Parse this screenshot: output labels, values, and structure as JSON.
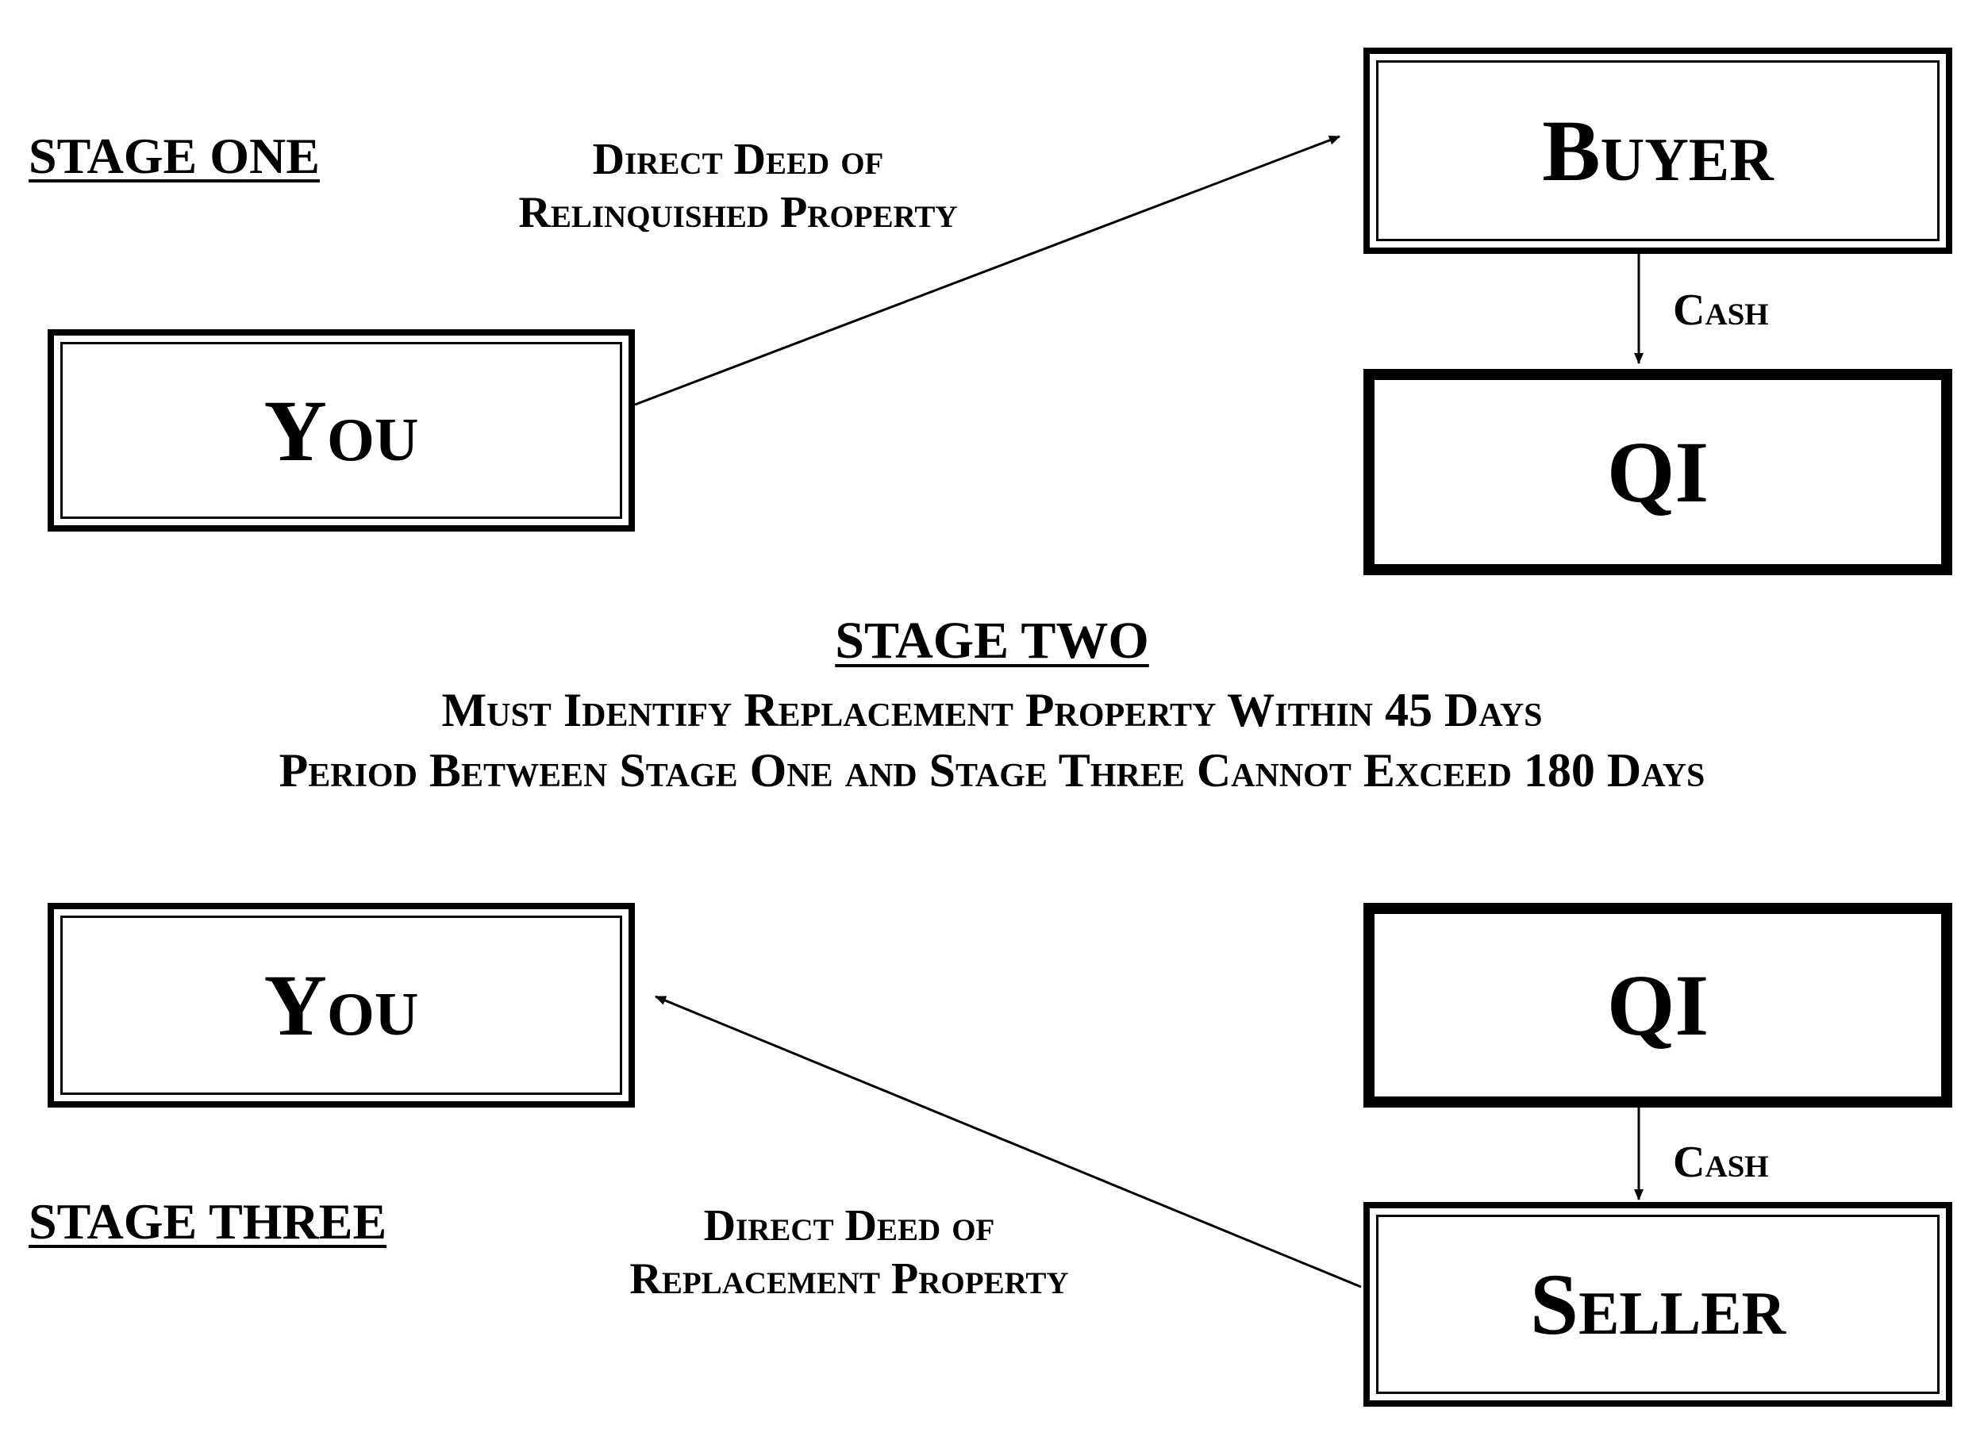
{
  "stage_one": {
    "heading": "STAGE ONE",
    "edge_label_line1": "Direct Deed of",
    "edge_label_line2": "Relinquished Property",
    "you_box": "You",
    "buyer_box": "Buyer",
    "cash_label": "Cash",
    "qi_box": "QI"
  },
  "stage_two": {
    "heading": "STAGE TWO",
    "line1": "Must Identify Replacement Property Within 45 Days",
    "line2": "Period Between Stage One and Stage Three Cannot Exceed 180 Days"
  },
  "stage_three": {
    "heading": "STAGE THREE",
    "edge_label_line1": "Direct Deed of",
    "edge_label_line2": "Replacement Property",
    "you_box": "You",
    "qi_box": "QI",
    "cash_label": "Cash",
    "seller_box": "Seller"
  }
}
